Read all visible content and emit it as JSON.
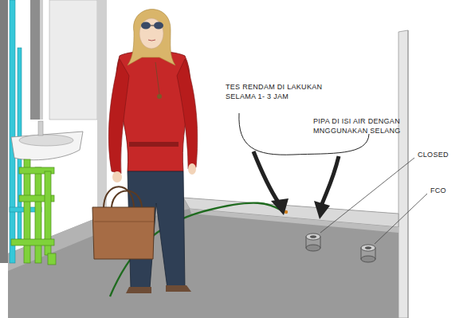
{
  "diagram": {
    "labels": [
      "TES RENDAM DI LAKUKAN SELAMA 1- 3 JAM",
      "PIPA DI ISI AIR DENGAN MNGGUNAKAN SELANG",
      "CLOSED",
      "FCO"
    ]
  }
}
